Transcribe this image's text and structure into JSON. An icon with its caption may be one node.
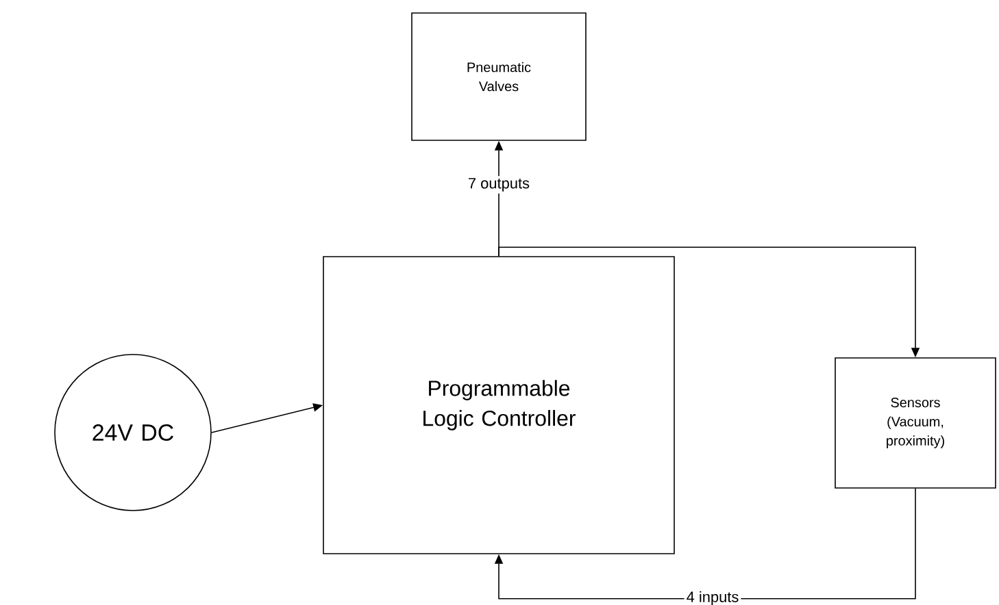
{
  "diagram": {
    "nodes": [
      {
        "text": [
          "Pneumatic Valves"
        ]
      },
      {
        "text": [
          "24V DC"
        ]
      },
      {
        "text": [
          "Programmable Logic Controller"
        ]
      },
      {
        "text": [
          "Sensors (Vacuum, proximity)"
        ]
      }
    ],
    "edges": [
      {
        "from": 2,
        "to": 0,
        "arrow": "to",
        "label": "7 outputs"
      },
      {
        "from": 2,
        "to": 3,
        "arrow": "to"
      },
      {
        "from": 1,
        "to": 2,
        "arrow": "to"
      },
      {
        "from": 3,
        "to": 2,
        "arrow": "to",
        "label": "4 inputs"
      }
    ]
  }
}
